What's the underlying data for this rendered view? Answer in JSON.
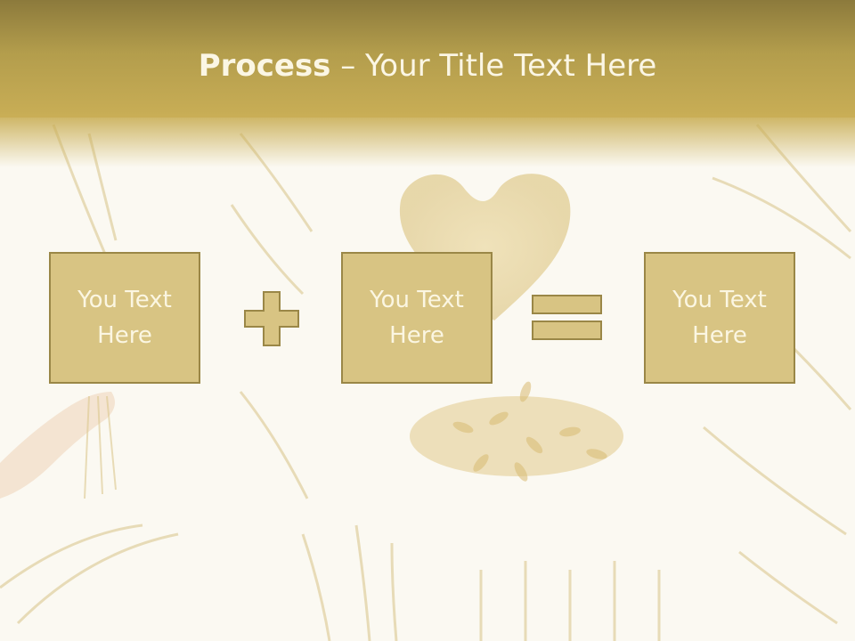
{
  "slide": {
    "title_bold": "Process",
    "title_rest": " – Your Title Text Here",
    "boxes": [
      {
        "text": "You Text\nHere"
      },
      {
        "text": "You Text\nHere"
      },
      {
        "text": "You Text\nHere"
      }
    ],
    "operators": [
      "plus",
      "equals"
    ]
  },
  "colors": {
    "header": "#b39d4c",
    "box_fill": "#d8c483",
    "box_border": "#9a8747",
    "text_light": "#fbf6e2"
  }
}
